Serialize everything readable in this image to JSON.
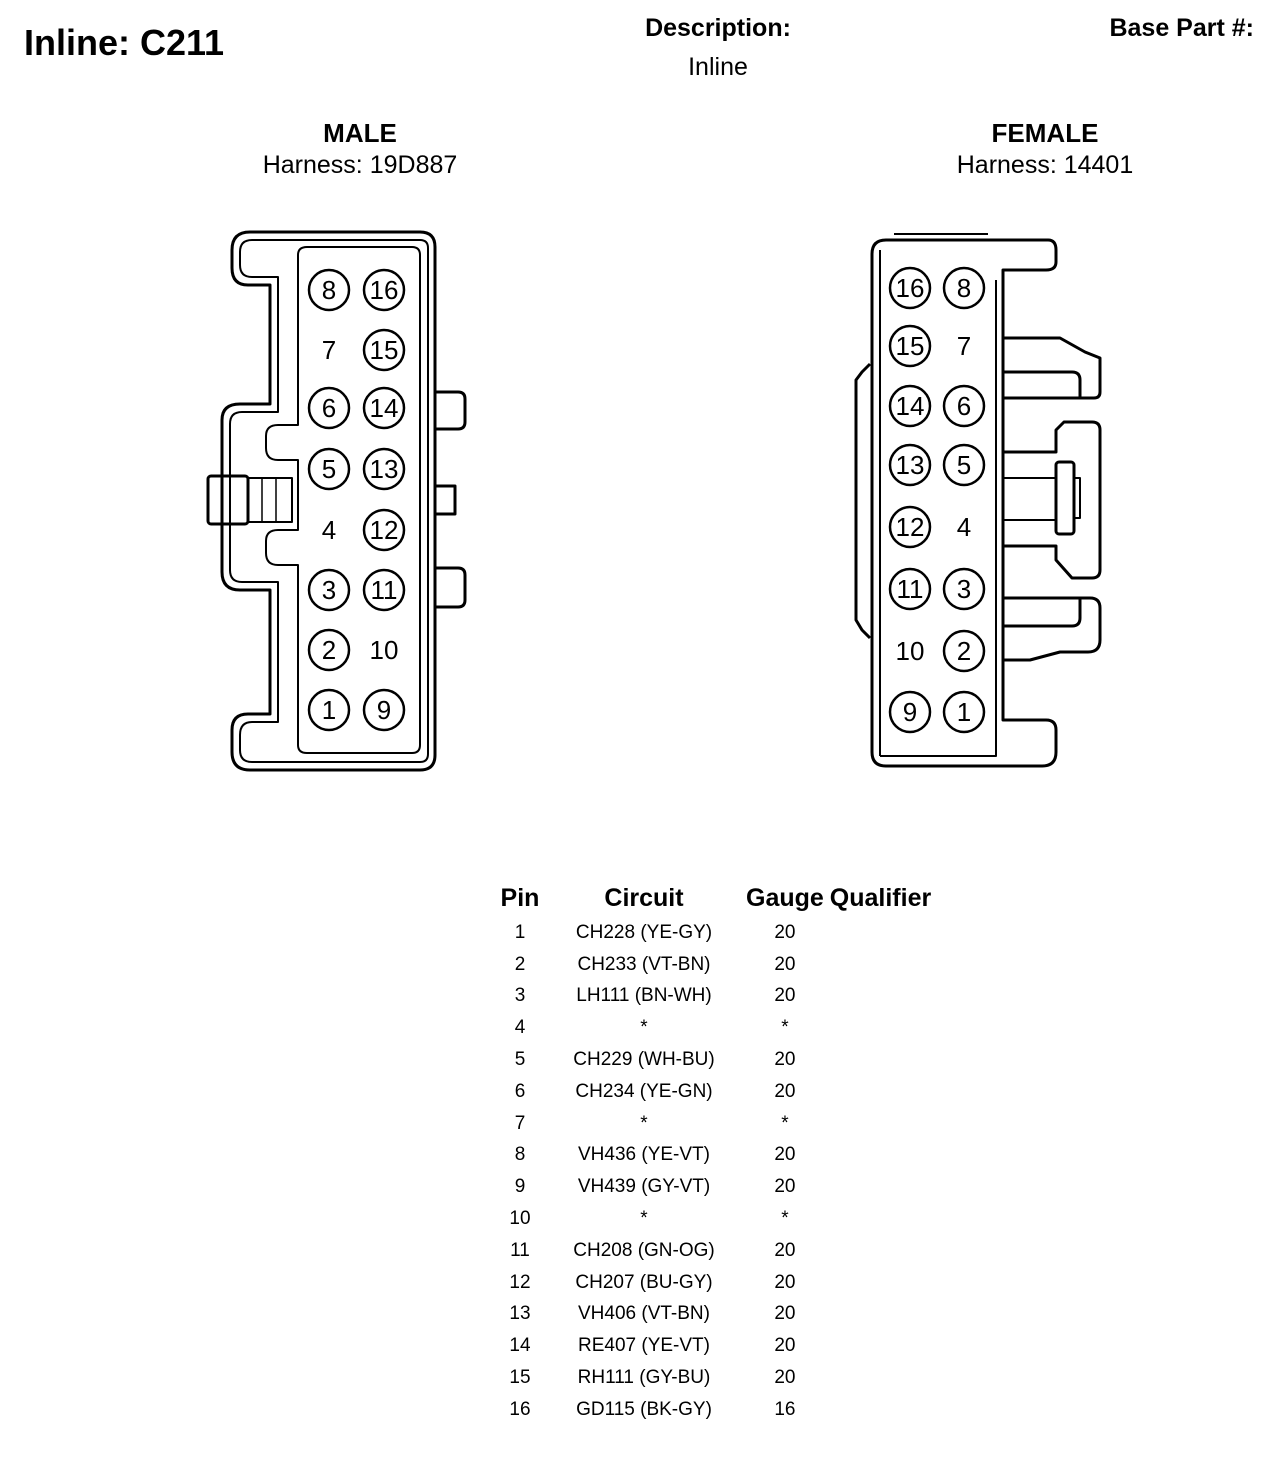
{
  "header": {
    "title": "Inline: C211",
    "description_label": "Description:",
    "description_value": "Inline",
    "base_part_label": "Base Part #:"
  },
  "connectors": {
    "male": {
      "gender": "MALE",
      "harness": "Harness: 19D887"
    },
    "female": {
      "gender": "FEMALE",
      "harness": "Harness: 14401"
    }
  },
  "pin_table": {
    "headers": [
      "Pin",
      "Circuit",
      "Gauge",
      "Qualifier"
    ],
    "rows": [
      {
        "pin": "1",
        "circuit": "CH228 (YE-GY)",
        "gauge": "20",
        "qualifier": ""
      },
      {
        "pin": "2",
        "circuit": "CH233 (VT-BN)",
        "gauge": "20",
        "qualifier": ""
      },
      {
        "pin": "3",
        "circuit": "LH111 (BN-WH)",
        "gauge": "20",
        "qualifier": ""
      },
      {
        "pin": "4",
        "circuit": "*",
        "gauge": "*",
        "qualifier": ""
      },
      {
        "pin": "5",
        "circuit": "CH229 (WH-BU)",
        "gauge": "20",
        "qualifier": ""
      },
      {
        "pin": "6",
        "circuit": "CH234 (YE-GN)",
        "gauge": "20",
        "qualifier": ""
      },
      {
        "pin": "7",
        "circuit": "*",
        "gauge": "*",
        "qualifier": ""
      },
      {
        "pin": "8",
        "circuit": "VH436 (YE-VT)",
        "gauge": "20",
        "qualifier": ""
      },
      {
        "pin": "9",
        "circuit": "VH439 (GY-VT)",
        "gauge": "20",
        "qualifier": ""
      },
      {
        "pin": "10",
        "circuit": "*",
        "gauge": "*",
        "qualifier": ""
      },
      {
        "pin": "11",
        "circuit": "CH208 (GN-OG)",
        "gauge": "20",
        "qualifier": ""
      },
      {
        "pin": "12",
        "circuit": "CH207 (BU-GY)",
        "gauge": "20",
        "qualifier": ""
      },
      {
        "pin": "13",
        "circuit": "VH406 (VT-BN)",
        "gauge": "20",
        "qualifier": ""
      },
      {
        "pin": "14",
        "circuit": "RE407 (YE-VT)",
        "gauge": "20",
        "qualifier": ""
      },
      {
        "pin": "15",
        "circuit": "RH111 (GY-BU)",
        "gauge": "20",
        "qualifier": ""
      },
      {
        "pin": "16",
        "circuit": "GD115 (BK-GY)",
        "gauge": "16",
        "qualifier": ""
      }
    ]
  },
  "cavities": {
    "male": [
      {
        "num": "8",
        "filled": true
      },
      {
        "num": "16",
        "filled": true
      },
      {
        "num": "7",
        "filled": false
      },
      {
        "num": "15",
        "filled": true
      },
      {
        "num": "6",
        "filled": true
      },
      {
        "num": "14",
        "filled": true
      },
      {
        "num": "5",
        "filled": true
      },
      {
        "num": "13",
        "filled": true
      },
      {
        "num": "4",
        "filled": false
      },
      {
        "num": "12",
        "filled": true
      },
      {
        "num": "3",
        "filled": true
      },
      {
        "num": "11",
        "filled": true
      },
      {
        "num": "2",
        "filled": true
      },
      {
        "num": "10",
        "filled": false
      },
      {
        "num": "1",
        "filled": true
      },
      {
        "num": "9",
        "filled": true
      }
    ],
    "female": [
      {
        "num": "16",
        "filled": true
      },
      {
        "num": "8",
        "filled": true
      },
      {
        "num": "15",
        "filled": true
      },
      {
        "num": "7",
        "filled": false
      },
      {
        "num": "14",
        "filled": true
      },
      {
        "num": "6",
        "filled": true
      },
      {
        "num": "13",
        "filled": true
      },
      {
        "num": "5",
        "filled": true
      },
      {
        "num": "12",
        "filled": true
      },
      {
        "num": "4",
        "filled": false
      },
      {
        "num": "11",
        "filled": true
      },
      {
        "num": "3",
        "filled": true
      },
      {
        "num": "10",
        "filled": false
      },
      {
        "num": "2",
        "filled": true
      },
      {
        "num": "9",
        "filled": true
      },
      {
        "num": "1",
        "filled": true
      }
    ]
  }
}
